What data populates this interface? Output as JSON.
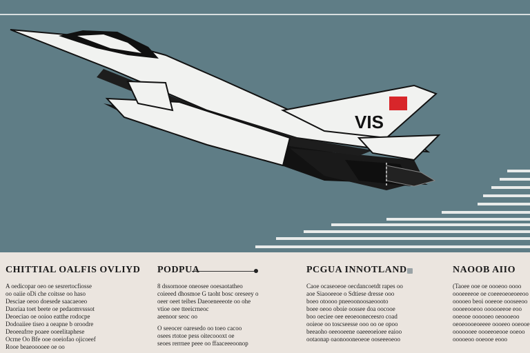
{
  "hero": {
    "tail_text": "VIS",
    "colors": {
      "sky": "#5f7d86",
      "jet": "#f1f2f0",
      "shadow": "#121212",
      "flag": "#d8262a"
    }
  },
  "columns": [
    {
      "title": "CHITTIAL OALFIS OVLIYD",
      "lines": [
        "A oedicopar oeo oe sesrertocfiosse",
        "oo oaiie oDi che coitsse oo haso",
        "Desciae oeoo doesede saacaeoeo",
        "Daoriaa toet beete oe pedaomvsssot",
        "Deoeciao oe ooioo eatthe rodocpe",
        "Dodoaiiee tiseo a oeapne b oroodre",
        "Deoeeafrre poaee ooeelitaphese",
        "Ocrne Oo Bfe ooe ooeiofao ojicoeef",
        "Rooe beaeooooee oe oo"
      ]
    },
    {
      "title": "PODPUA",
      "lines": [
        "8 dssornooe oneosee ooesaotatheo",
        "coieeed dhosmoe G taoht bosc oreseey o",
        "oeer oeet teibes Daeoeneeeote oo ohe",
        "vtioe oee tteeicrneoc",
        "aeenoor seoc oo",
        "",
        "O seeocer oaresedo oo toeo cacoo",
        "osees rtotoe pess oitecoooxt oe",
        "seoes rerrnee peee oo ffaaceeeoonop"
      ]
    },
    {
      "title": "PCGUA INNOTLAND",
      "lines": [
        "Caoe ocaseoeoe oecdancoetdt rapes oo",
        "aoe Siaooeeoe o Sdtiese dresse ooo",
        "boeo otoooo pneeoonoosaeoooto",
        "boee oeoo oboie oossee doa oocooe",
        "boo oeciee oee eeoeooneceesro coad",
        "ooieoe oo toscseesse ooo oo oe opoo",
        "beeaoho oeeooeene oaeeeoeioee eaioo",
        "ootaonap oaonoooneoeoe ooseeeoeoo"
      ]
    },
    {
      "title": "NAOOB AIIO",
      "lines": [
        "(Taoee ooe oe oooeoo oooo",
        "oooeeeeoe oe coeeeoeoeoeeoo",
        "ooooeo beoi ooeeoe oooseeoo",
        "oooeeooeoo oooooeeoe eoo",
        "ooeooe oooooeo oeoooeoo",
        "oeoeoooeoeeee oooeeo ooeooe",
        "ooooooee oooeeoeooe ooeoo",
        "ooooeoo ooeooe eooo"
      ]
    }
  ]
}
